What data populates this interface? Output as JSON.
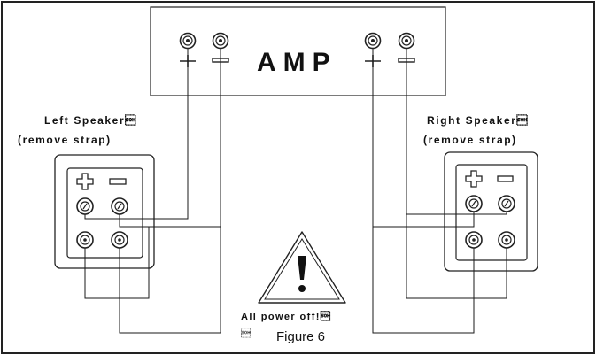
{
  "amp": {
    "title": "AMP",
    "terminals": [
      {
        "side": "left",
        "polarity": "+"
      },
      {
        "side": "left",
        "polarity": "-"
      },
      {
        "side": "right",
        "polarity": "+"
      },
      {
        "side": "right",
        "polarity": "-"
      }
    ]
  },
  "left_speaker": {
    "title": "Left Speaker\u0001",
    "subtitle": "(remove strap)",
    "plus_icon": "plus-icon",
    "minus_icon": "minus-icon"
  },
  "right_speaker": {
    "title": "Right Speaker\u0001",
    "subtitle": "(remove strap)",
    "plus_icon": "plus-icon",
    "minus_icon": "minus-icon"
  },
  "warning": {
    "icon": "warning-triangle-icon",
    "text": "All power off!\u0001",
    "extra_mark": "\u0001"
  },
  "caption": "Figure 6",
  "colors": {
    "line": "#1a1a1a",
    "frame": "#222222",
    "background": "#ffffff"
  }
}
